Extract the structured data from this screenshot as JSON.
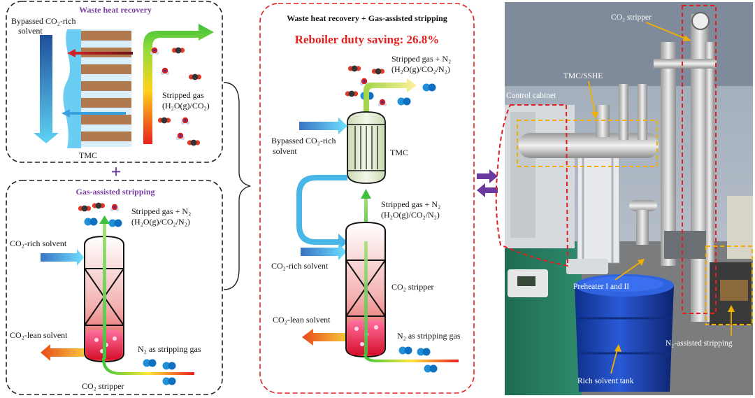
{
  "left_top": {
    "title": "Waste heat recovery",
    "bypassed_line1": "Bypassed CO₂-rich",
    "bypassed_line2": "solvent",
    "stripped_line1": "Stripped gas",
    "stripped_line2": "(H₂O(g)/CO₂)",
    "tmc": "TMC"
  },
  "plus_symbol": "+",
  "left_bottom": {
    "title": "Gas-assisted stripping",
    "stripped_line1": "Stripped gas + N₂",
    "stripped_line2": "(H₂O(g)/CO₂/N₂)",
    "rich_solvent": "CO₂-rich solvent",
    "lean_solvent": "CO₂-lean solvent",
    "n2_gas": "N₂ as stripping gas",
    "stripper": "CO₂ stripper"
  },
  "middle": {
    "title": "Waste heat recovery + Gas-assisted stripping",
    "saving": "Reboiler duty saving: 26.8%",
    "stripped_top_line1": "Stripped gas + N₂",
    "stripped_top_line2": "(H₂O(g)/CO₂/N₂)",
    "bypassed_line1": "Bypassed CO₂-rich",
    "bypassed_line2": "solvent",
    "tmc": "TMC",
    "stripped_mid_line1": "Stripped gas + N₂",
    "stripped_mid_line2": "(H₂O(g)/CO₂/N₂)",
    "rich_solvent": "CO₂-rich solvent",
    "stripper": "CO₂ stripper",
    "lean_solvent": "CO₂-lean solvent",
    "n2_gas": "N₂ as stripping gas"
  },
  "photo": {
    "stripper": "CO₂ stripper",
    "tmc_sshe": "TMC/SSHE",
    "control_cabinet": "Control cabinet",
    "preheater": "Preheater I and II",
    "n2_assisted": "N₂-assisted stripping",
    "rich_tank": "Rich solvent tank"
  },
  "colors": {
    "dashed_black": "#222222",
    "dashed_red": "#e02020",
    "title_purple": "#7a3fa0",
    "saving_red": "#e02020",
    "yellow_box": "#f0b000",
    "arrow_purple": "#6a3aa0"
  }
}
